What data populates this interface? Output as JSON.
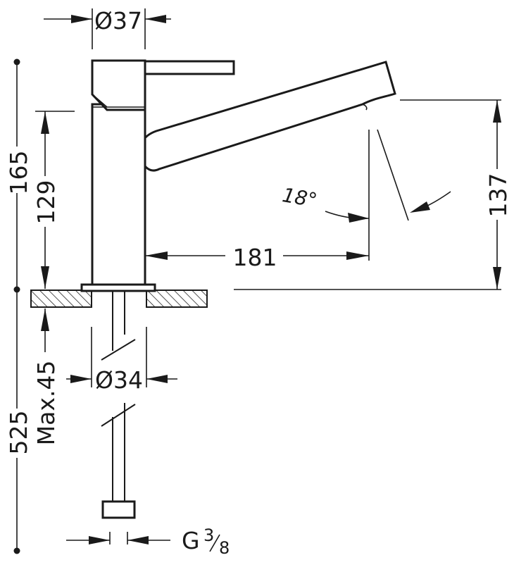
{
  "drawing": {
    "top_diameter": "Ø37",
    "shank_diameter": "Ø34",
    "overall_height": "165",
    "body_height": "129",
    "spout_height": "137",
    "spout_reach": "181",
    "spout_angle": "18°",
    "max_deck_thickness": "Max.45",
    "hose_length": "525",
    "connection_thread": "G",
    "thread_num": "3",
    "thread_den": "8"
  }
}
